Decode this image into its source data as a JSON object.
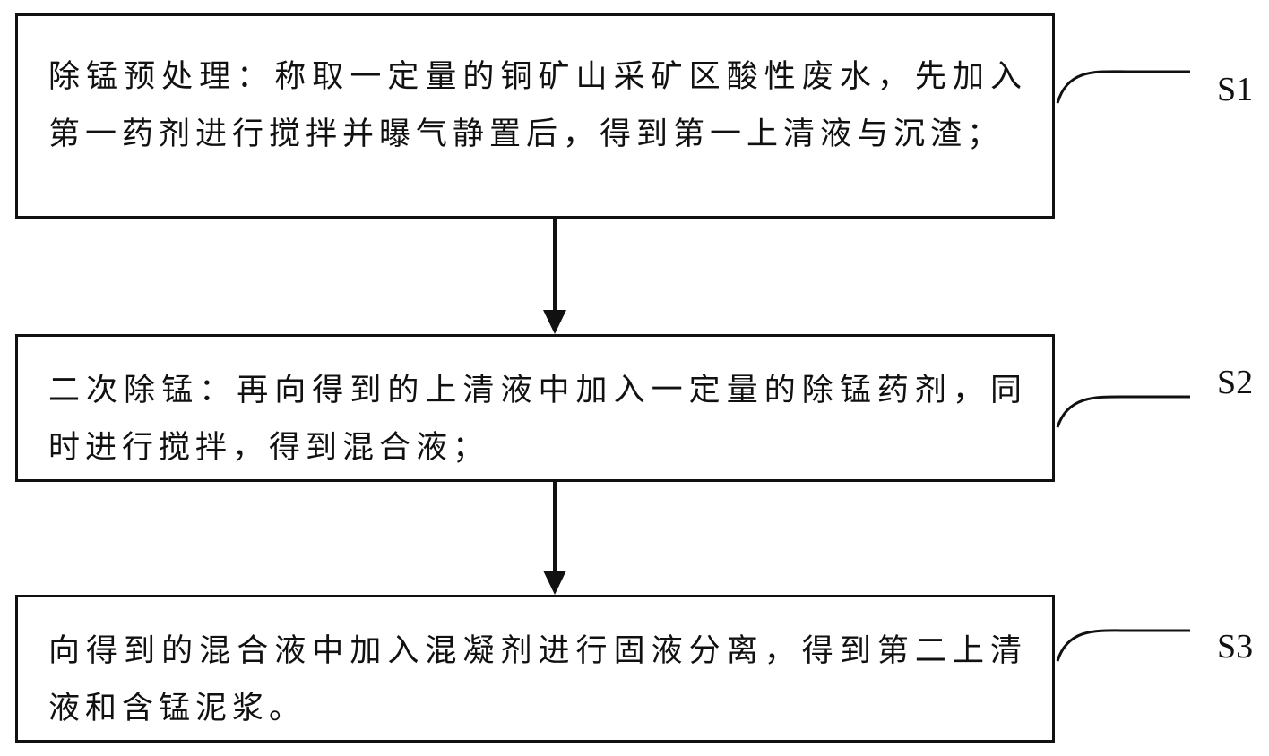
{
  "steps": [
    {
      "label": "S1",
      "text": "除锰预处理：称取一定量的铜矿山采矿区酸性废水，先加入第一药剂进行搅拌并曝气静置后，得到第一上清液与沉渣；"
    },
    {
      "label": "S2",
      "text": "二次除锰：再向得到的上清液中加入一定量的除锰药剂，同时进行搅拌，得到混合液；"
    },
    {
      "label": "S3",
      "text": "向得到的混合液中加入混凝剂进行固液分离，得到第二上清液和含锰泥浆。"
    }
  ]
}
